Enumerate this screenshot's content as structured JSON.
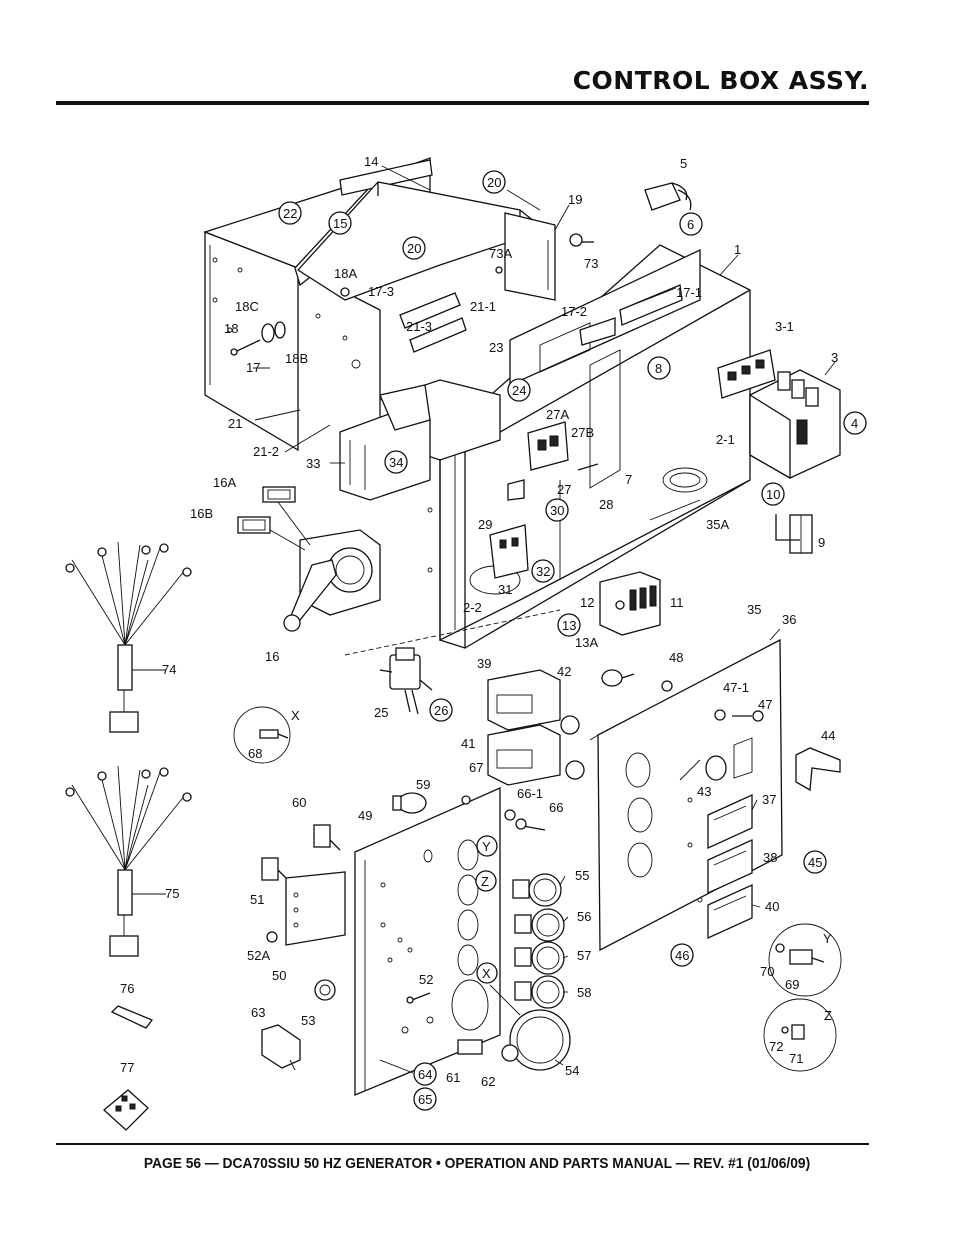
{
  "header": {
    "title": "CONTROL BOX ASSY."
  },
  "footer": {
    "text": "PAGE 56 — DCA70SSIU 50 HZ GENERATOR • OPERATION AND PARTS MANUAL — REV. #1 (01/06/09)"
  },
  "callouts": {
    "c1": "1",
    "c2_1": "2-1",
    "c2_2": "2-2",
    "c3": "3",
    "c3_1": "3-1",
    "c4": "4",
    "c5": "5",
    "c6": "6",
    "c7": "7",
    "c8": "8",
    "c9": "9",
    "c10": "10",
    "c11": "11",
    "c12": "12",
    "c13": "13",
    "c13A": "13A",
    "c14": "14",
    "c15": "15",
    "c16": "16",
    "c16A": "16A",
    "c16B": "16B",
    "c17": "17",
    "c17_1": "17-1",
    "c17_2": "17-2",
    "c17_3": "17-3",
    "c18": "18",
    "c18A": "18A",
    "c18B": "18B",
    "c18C": "18C",
    "c19": "19",
    "c20a": "20",
    "c20b": "20",
    "c21": "21",
    "c21_1": "21-1",
    "c21_2": "21-2",
    "c21_3": "21-3",
    "c22": "22",
    "c23": "23",
    "c24": "24",
    "c25": "25",
    "c26": "26",
    "c27": "27",
    "c27A": "27A",
    "c27B": "27B",
    "c28": "28",
    "c29": "29",
    "c30": "30",
    "c31": "31",
    "c32": "32",
    "c33": "33",
    "c34": "34",
    "c35": "35",
    "c35A": "35A",
    "c36": "36",
    "c37": "37",
    "c38": "38",
    "c39": "39",
    "c40": "40",
    "c41": "41",
    "c42": "42",
    "c43": "43",
    "c44": "44",
    "c45": "45",
    "c46": "46",
    "c47": "47",
    "c47_1": "47-1",
    "c48": "48",
    "c49": "49",
    "c50": "50",
    "c51": "51",
    "c52": "52",
    "c52A": "52A",
    "c53": "53",
    "c54": "54",
    "c55": "55",
    "c56": "56",
    "c57": "57",
    "c58": "58",
    "c59": "59",
    "c60": "60",
    "c61": "61",
    "c62": "62",
    "c63": "63",
    "c64": "64",
    "c65": "65",
    "c66": "66",
    "c66_1": "66-1",
    "c67": "67",
    "c68": "68",
    "c69": "69",
    "c70": "70",
    "c71": "71",
    "c72": "72",
    "c73": "73",
    "c73A": "73A",
    "c74": "74",
    "c75": "75",
    "c76": "76",
    "c77": "77",
    "cX1": "X",
    "cX2": "X",
    "cY1": "Y",
    "cY2": "Y",
    "cZ1": "Z",
    "cZ2": "Z"
  }
}
